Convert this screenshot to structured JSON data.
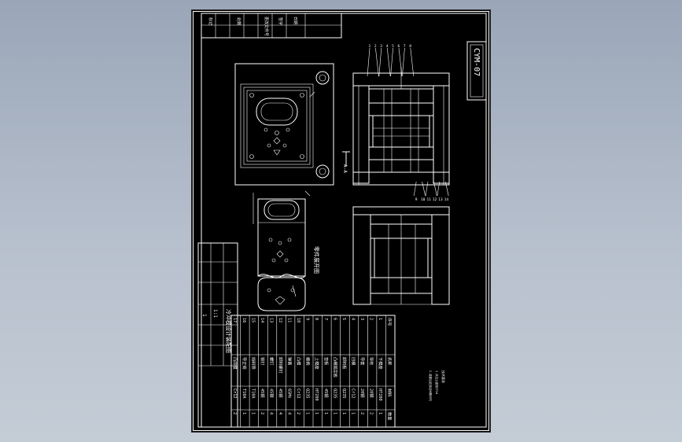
{
  "drawing": {
    "number": "CYM-07",
    "section_mark": "A-A",
    "blank_label": "零件展开图",
    "title_block": "冷冲模设计装配图",
    "ratio": "1:1",
    "sheet": "1",
    "cover_labels": [
      "标记",
      "处数",
      "更改文件号",
      "签字",
      "日期"
    ]
  },
  "bom": {
    "header": [
      "序号",
      "名称",
      "材料",
      "数量"
    ],
    "rows": [
      [
        "1",
        "下模座",
        "HT200",
        "1"
      ],
      [
        "2",
        "导柱",
        "20钢",
        "2"
      ],
      [
        "3",
        "导套",
        "20钢",
        "2"
      ],
      [
        "4",
        "凹模",
        "Cr12",
        "1"
      ],
      [
        "5",
        "卸料板",
        "Q235",
        "1"
      ],
      [
        "6",
        "凸模固定板",
        "Q235",
        "1"
      ],
      [
        "7",
        "垫板",
        "45钢",
        "1"
      ],
      [
        "8",
        "上模座",
        "HT200",
        "1"
      ],
      [
        "9",
        "模柄",
        "Q235",
        "1"
      ],
      [
        "10",
        "凸模",
        "Cr12",
        "2"
      ],
      [
        "11",
        "弹簧",
        "65Mn",
        "4"
      ],
      [
        "12",
        "卸料螺钉",
        "45钢",
        "4"
      ],
      [
        "13",
        "螺钉",
        "45钢",
        "4"
      ],
      [
        "14",
        "销钉",
        "45钢",
        "2"
      ],
      [
        "15",
        "挡料销",
        "T10A",
        "1"
      ],
      [
        "16",
        "导正销",
        "T10A",
        "1"
      ],
      [
        "17",
        "凸凹模",
        "Cr12",
        "2"
      ]
    ]
  },
  "notes": [
    "技术要求",
    "1.未注公差按IT14",
    "2.装配后应保证间隙均匀"
  ],
  "callouts": [
    "1",
    "2",
    "3",
    "4",
    "5",
    "6",
    "7",
    "8",
    "9",
    "10",
    "11",
    "12",
    "13",
    "14"
  ]
}
